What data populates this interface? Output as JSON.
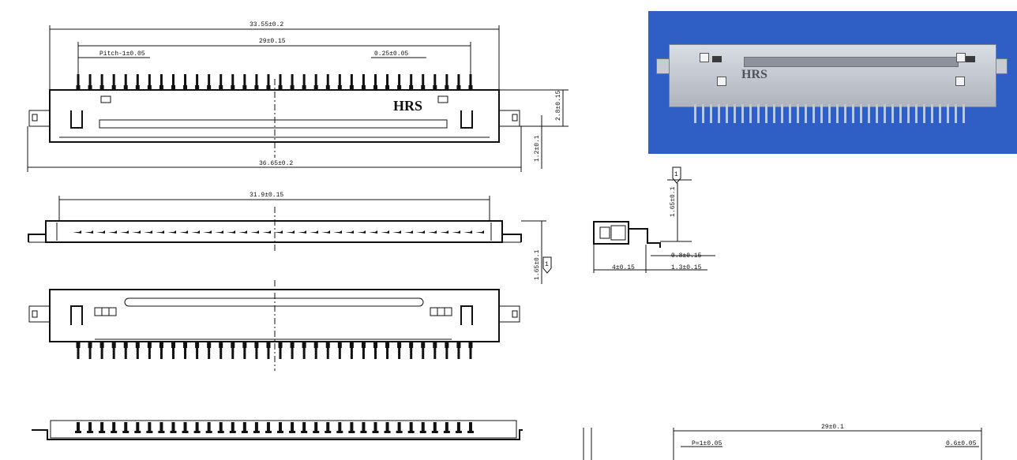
{
  "drawing": {
    "dims": {
      "overall_top": "33.55±0.2",
      "pin_span": "29±0.15",
      "pitch": "Pitch-1±0.05",
      "pin_width": "0.25±0.05",
      "height_a": "2.8±0.15",
      "height_b": "1.2±0.1",
      "overall_bottom": "36.65±0.2",
      "slot_length": "31.9±0.15",
      "side_height": "1.65±0.1",
      "front_height": "1.65±0.1",
      "depth_small": "0.8±0.15",
      "depth_a": "4±0.15",
      "depth_b": "1.3±0.15",
      "pcb_span": "29±0.1",
      "pcb_pitch": "P=1±0.05",
      "pcb_pad": "0.6±0.05"
    },
    "logo_text": "HRS",
    "datum_label": "1"
  },
  "photo": {
    "logo_text": "HRS",
    "bg_color": "#2f5fc4"
  }
}
